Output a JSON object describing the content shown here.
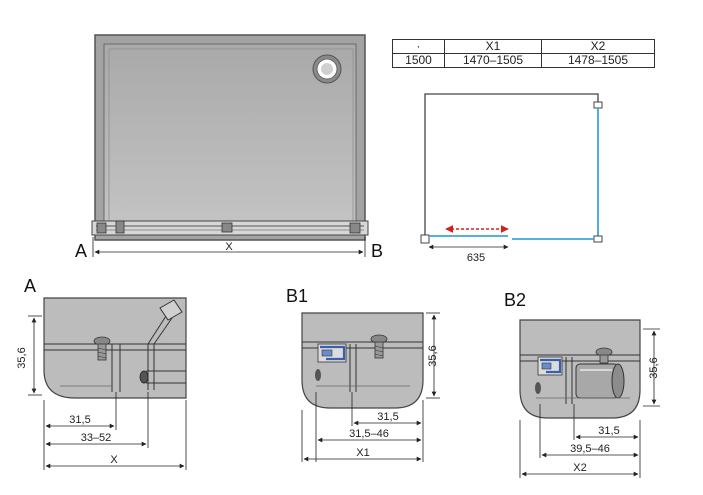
{
  "table": {
    "headers": [
      "·",
      "X1",
      "X2"
    ],
    "rows": [
      [
        "1500",
        "1470–1505",
        "1478–1505"
      ]
    ]
  },
  "top_view": {
    "dimension_label": "X",
    "left_label": "A",
    "right_label": "B"
  },
  "door_diagram": {
    "opening_label": "635"
  },
  "detail_a": {
    "title": "A",
    "height_label": "35,6",
    "dims": [
      "31,5",
      "33–52",
      "X"
    ]
  },
  "detail_b1": {
    "title": "B1",
    "height_label": "35,6",
    "dims": [
      "31,5",
      "31,5–46",
      "X1"
    ]
  },
  "detail_b2": {
    "title": "B2",
    "height_label": "35,6",
    "dims": [
      "31,5",
      "39,5–46",
      "X2"
    ]
  },
  "colors": {
    "tray_fill": "#b9b9b9",
    "glass": "#3aa7d6",
    "arrow": "#d42020"
  }
}
